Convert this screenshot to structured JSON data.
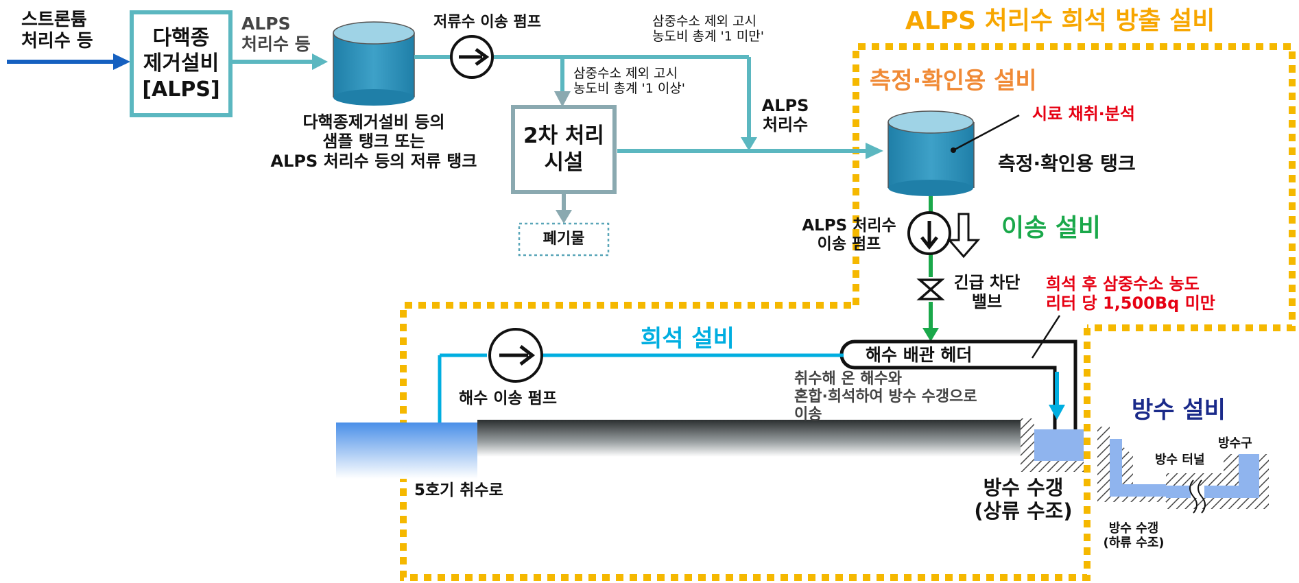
{
  "inputs": {
    "strontium": [
      "스트론튬",
      "처리수 등"
    ],
    "alps_treated_in": [
      "ALPS",
      "처리수 등"
    ]
  },
  "alps_unit": [
    "다핵종",
    "제거설비",
    "[ALPS]"
  ],
  "storage_tank_label": [
    "다핵종제거설비 등의",
    "샘플 탱크 또는",
    "ALPS 처리수 등의 저류 탱크"
  ],
  "storage_pump_label": "저류수 이송 펌프",
  "condition_below": [
    "삼중수소 제외 고시",
    "농도비 총계 '1 미만'"
  ],
  "condition_above": [
    "삼중수소 제외 고시",
    "농도비 총계 '1 이상'"
  ],
  "secondary_facility": [
    "2차 처리",
    "시설"
  ],
  "waste": "폐기물",
  "alps_treated_water": [
    "ALPS",
    "처리수"
  ],
  "discharge_system_title": "ALPS 처리수 희석 방출 설비",
  "measurement": {
    "title": "측정·확인용 설비",
    "sampling": "시료 채취·분석",
    "tank": "측정·확인용 탱크"
  },
  "transfer": {
    "pump": [
      "ALPS 처리수",
      "이송 펌프"
    ],
    "title": "이송 설비",
    "valve": [
      "긴급 차단",
      "밸브"
    ]
  },
  "condition_after_dilution": [
    "희석 후 삼중수소 농도",
    "리터 당 1,500Bq 미만"
  ],
  "dilution": {
    "title": "희석 설비",
    "header": "해수 배관 헤더",
    "seawater_pump": "해수 이송 펌프",
    "description": [
      "취수해 온 해수와",
      "혼합·희석하여 방수 수갱으로",
      "이송"
    ],
    "intake": "5호기 취수로"
  },
  "discharge": {
    "title": "방수 설비",
    "upstream_shaft": [
      "방수 수갱",
      "(상류 수조)"
    ],
    "tunnel": "방수 터널",
    "outlet": "방수구",
    "downstream_shaft": [
      "방수 수갱",
      "(하류 수조)"
    ]
  },
  "colors": {
    "teal": "#5bb7c0",
    "gray_teal": "#8aa9b0",
    "blue_arrow": "#1560c0",
    "cyan": "#00aee0",
    "green": "#1aa84a",
    "orange_border": "#f5b800",
    "orange_text": "#f7a600",
    "measure_text": "#f08a36",
    "red": "#e60012",
    "navy": "#1a2a8a",
    "green_text": "#1aa84a"
  }
}
